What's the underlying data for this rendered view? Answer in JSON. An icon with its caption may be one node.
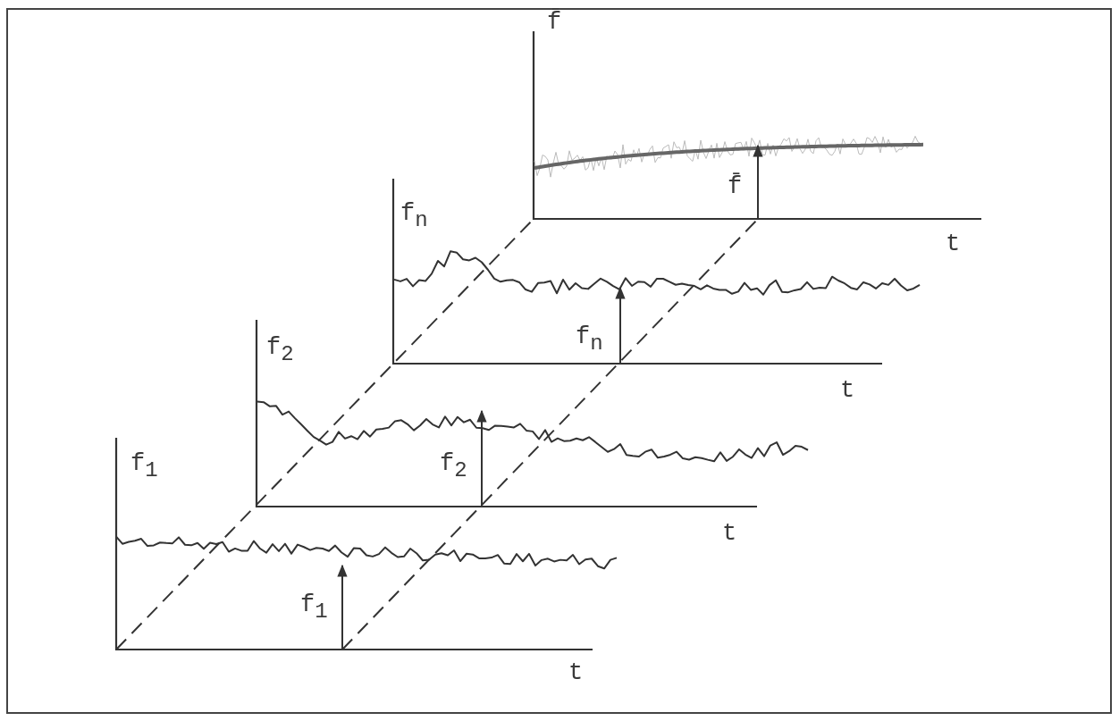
{
  "diagram": {
    "labels": [
      "f̄",
      "f̄",
      "t",
      "f$_{n}$",
      "f$_{n}$",
      "t",
      "f$_{2}$",
      "f$_{2}$",
      "t",
      "f$_{1}$",
      "f$_{1}$",
      "t"
    ]
  }
}
